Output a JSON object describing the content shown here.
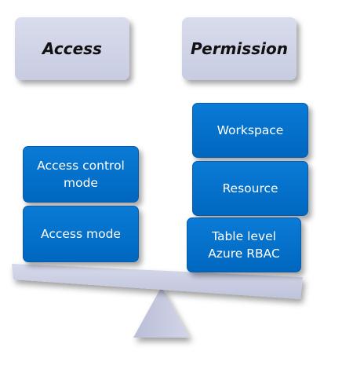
{
  "headers": {
    "left": "Access",
    "right": "Permission"
  },
  "left_stack": [
    {
      "label": "Access control\nmode"
    },
    {
      "label": "Access mode"
    }
  ],
  "right_stack": [
    {
      "label": "Workspace"
    },
    {
      "label": "Resource"
    },
    {
      "label": "Table level\nAzure RBAC"
    }
  ],
  "colors": {
    "tile_fill": "#0a73cf",
    "header_fill": "#d2d5e8",
    "beam_fill": "#c9cde2",
    "fulcrum_fill": "#c4c8dd"
  }
}
